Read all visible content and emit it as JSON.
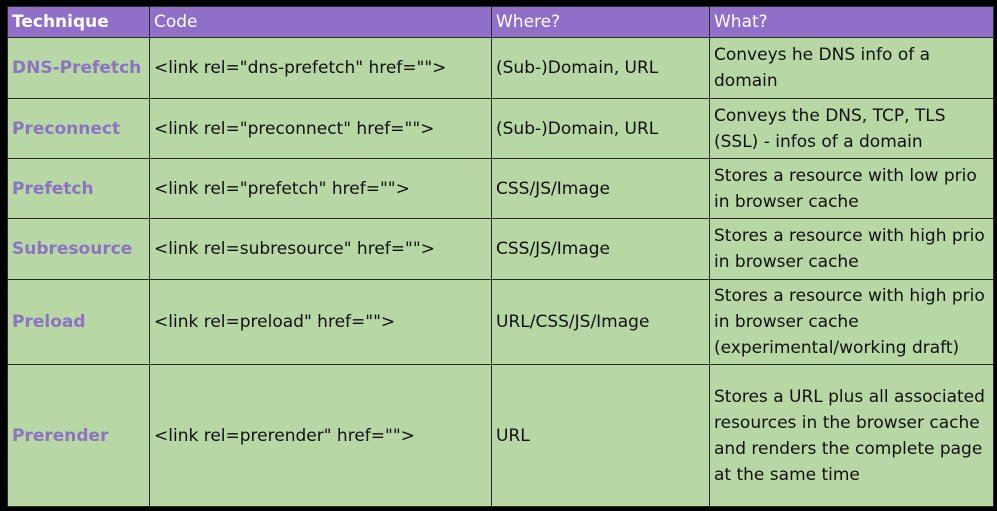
{
  "table": {
    "headers": [
      "Technique",
      "Code",
      "Where?",
      "What?"
    ],
    "rows": [
      {
        "technique": "DNS-Prefetch",
        "code": "<link rel=\"dns-prefetch\" href=\"\">",
        "where": "(Sub-)Domain, URL",
        "what": "Conveys he DNS info of a domain"
      },
      {
        "technique": "Preconnect",
        "code": "<link rel=\"preconnect\" href=\"\">",
        "where": "(Sub-)Domain, URL",
        "what": "Conveys the DNS, TCP, TLS (SSL) - infos of a domain"
      },
      {
        "technique": "Prefetch",
        "code": "<link rel=\"prefetch\" href=\"\">",
        "where": "CSS/JS/Image",
        "what": "Stores a resource with low prio in browser cache"
      },
      {
        "technique": "Subresource",
        "code": "<link rel=subresource\" href=\"\">",
        "where": "CSS/JS/Image",
        "what": "Stores a resource with high prio in browser cache"
      },
      {
        "technique": "Preload",
        "code": "<link rel=preload\" href=\"\">",
        "where": "URL/CSS/JS/Image",
        "what": "Stores a resource with high prio in browser cache (experimental/working draft)"
      },
      {
        "technique": "Prerender",
        "code": "<link rel=prerender\" href=\"\">",
        "where": "URL",
        "what": "Stores a URL plus all associated resources in the browser cache and renders the complete page at the same time"
      }
    ]
  }
}
